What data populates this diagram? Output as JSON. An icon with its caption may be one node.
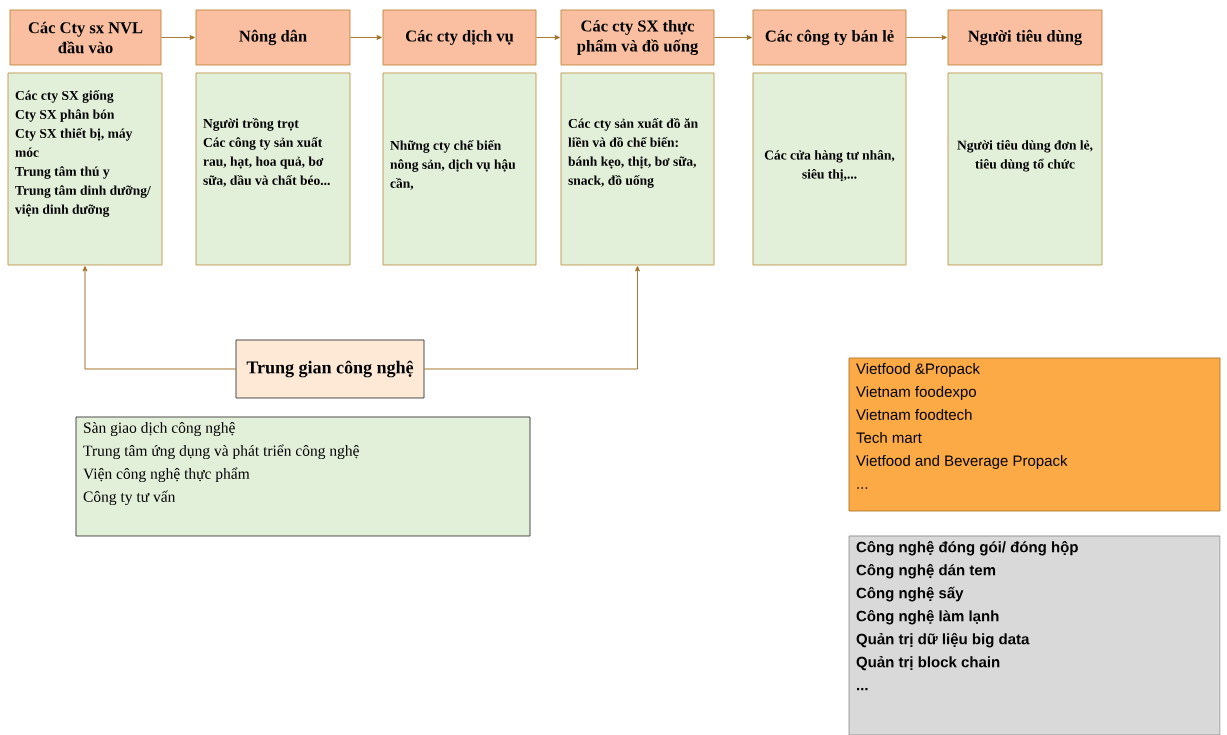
{
  "diagram": {
    "nodes": [
      {
        "text": [
          "Các Cty sx NVL đầu vào"
        ]
      },
      {
        "text": [
          "Các cty SX giống",
          "Cty SX phân bón",
          "Cty SX thiết bị, máy móc",
          "Trung tâm thú y",
          "Trung tâm dinh dưỡng/ viện dinh dưỡng"
        ]
      },
      {
        "text": [
          "Nông dân"
        ]
      },
      {
        "text": [
          "Người trồng trọt",
          "Các công ty sản xuất rau, hạt, hoa quả, bơ sữa, dầu và chất béo..."
        ]
      },
      {
        "text": [
          "Các cty dịch vụ"
        ]
      },
      {
        "text": [
          "Những cty chế biến nông sản, dịch vụ hậu cần,"
        ]
      },
      {
        "text": [
          "Các cty SX thực phẩm và đồ uống"
        ]
      },
      {
        "text": [
          "Các cty sản xuất đồ ăn liền và đồ chế biến: bánh kẹo, thịt, bơ sữa, snack, đồ uống"
        ]
      },
      {
        "text": [
          "Các công ty bán lẻ"
        ]
      },
      {
        "text": [
          "Các cửa hàng tư nhân, siêu thị,..."
        ]
      },
      {
        "text": [
          "Người tiêu dùng"
        ]
      },
      {
        "text": [
          "Người tiêu dùng đơn lẻ, tiêu dùng tổ chức"
        ]
      },
      {
        "text": [
          "Trung gian công nghệ"
        ]
      },
      {
        "text": [
          "Sàn giao dịch công nghệ",
          "Trung tâm ứng dụng và phát triển công nghệ",
          "Viện công nghệ thực phẩm",
          "Công ty tư vấn"
        ]
      },
      {
        "text": [
          "Vietfood &Propack",
          "Vietnam foodexpo",
          "Vietnam foodtech",
          "Tech mart",
          "Vietfood and Beverage Propack",
          "..."
        ]
      },
      {
        "text": [
          "Công nghệ đóng gói/ đóng hộp",
          "Công nghệ dán tem",
          "Công nghệ sấy",
          "Công nghệ làm lạnh",
          "Quản trị dữ liệu big data",
          "Quản trị block chain",
          "..."
        ]
      }
    ],
    "edges": [
      {
        "from": 0,
        "to": 2,
        "arrow": "to"
      },
      {
        "from": 2,
        "to": 4,
        "arrow": "to"
      },
      {
        "from": 4,
        "to": 6,
        "arrow": "to"
      },
      {
        "from": 6,
        "to": 8,
        "arrow": "to"
      },
      {
        "from": 8,
        "to": 10,
        "arrow": "to"
      },
      {
        "from": 12,
        "to": 1,
        "arrow": "to"
      },
      {
        "from": 12,
        "to": 7,
        "arrow": "to"
      }
    ]
  }
}
